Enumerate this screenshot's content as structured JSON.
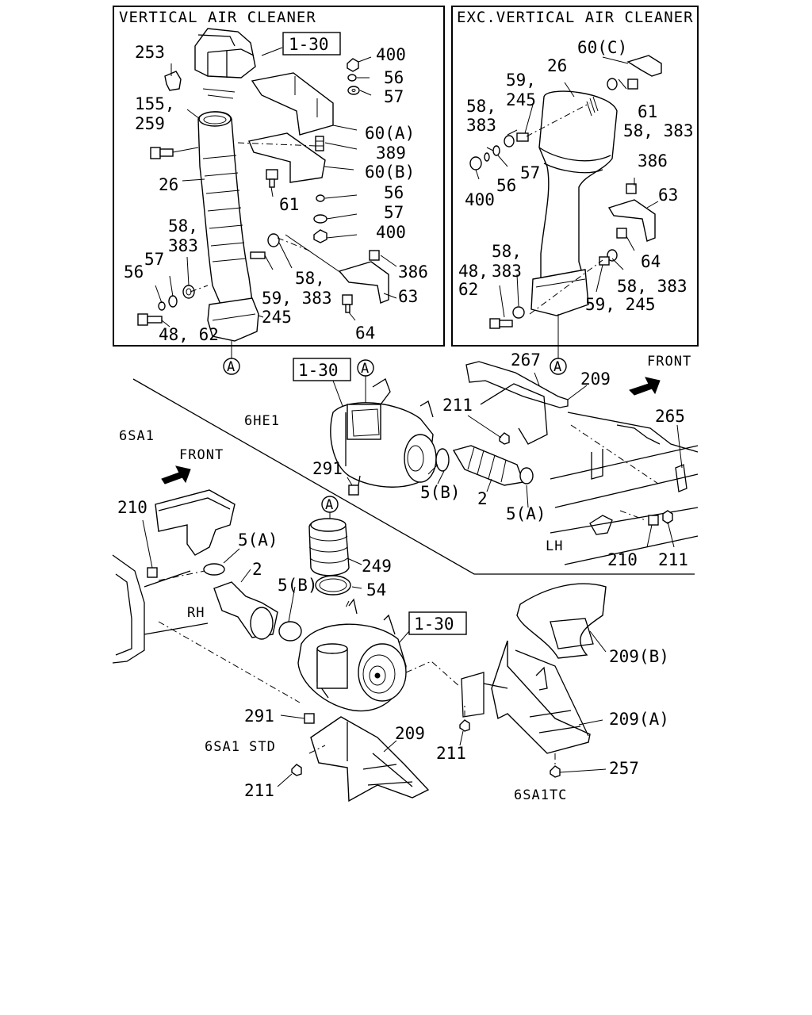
{
  "panels": {
    "left_title": "VERTICAL AIR CLEANER",
    "right_title": "EXC.VERTICAL AIR CLEANER"
  },
  "section_labels": {
    "sa1": "6SA1",
    "he1": "6HE1",
    "sa1_std": "6SA1 STD",
    "sa1tc": "6SA1TC",
    "front_upper": "FRONT",
    "front_lower": "FRONT",
    "lh": "LH",
    "rh": "RH"
  },
  "refs": {
    "box_130": "1-30",
    "circle_a": "A"
  },
  "callouts": {
    "l_253": "253",
    "l_155": "155,",
    "l_259": "259",
    "l_26": "26",
    "l_58a": "58,",
    "l_383a": "383",
    "l_57": "57",
    "l_56": "56",
    "l_4862": "48, 62",
    "l_400": "400",
    "l_56b": "56",
    "l_57b": "57",
    "l_60a": "60(A)",
    "l_389": "389",
    "l_60b": "60(B)",
    "l_61": "61",
    "l_56c": "56",
    "l_57c": "57",
    "l_400b": "400",
    "l_386": "386",
    "l_58b": "58,",
    "l_59383": "59, 383",
    "l_63": "63",
    "l_245": "245",
    "l_64": "64",
    "r_60c": "60(C)",
    "r_26": "26",
    "r_59": "59,",
    "r_245": "245",
    "r_58": "58,",
    "r_383": "383",
    "r_61": "61",
    "r_58383": "58, 383",
    "r_57": "57",
    "r_56": "56",
    "r_400": "400",
    "r_386": "386",
    "r_63": "63",
    "r_58b": "58,",
    "r_383b": "383",
    "r_48": "48,",
    "r_62": "62",
    "r_64": "64",
    "r_58383b": "58, 383",
    "r_59245": "59, 245",
    "m_267": "267",
    "m_209": "209",
    "m_211": "211",
    "m_265": "265",
    "m_291": "291",
    "m_5b": "5(B)",
    "m_2": "2",
    "m_5a": "5(A)",
    "m_210": "210",
    "m_211b": "211",
    "b_210": "210",
    "b_5a": "5(A)",
    "b_2": "2",
    "b_249": "249",
    "b_5b": "5(B)",
    "b_54": "54",
    "b_209b": "209(B)",
    "b_291": "291",
    "b_209": "209",
    "b_209a": "209(A)",
    "b_211": "211",
    "b_211b": "211",
    "b_257": "257"
  }
}
